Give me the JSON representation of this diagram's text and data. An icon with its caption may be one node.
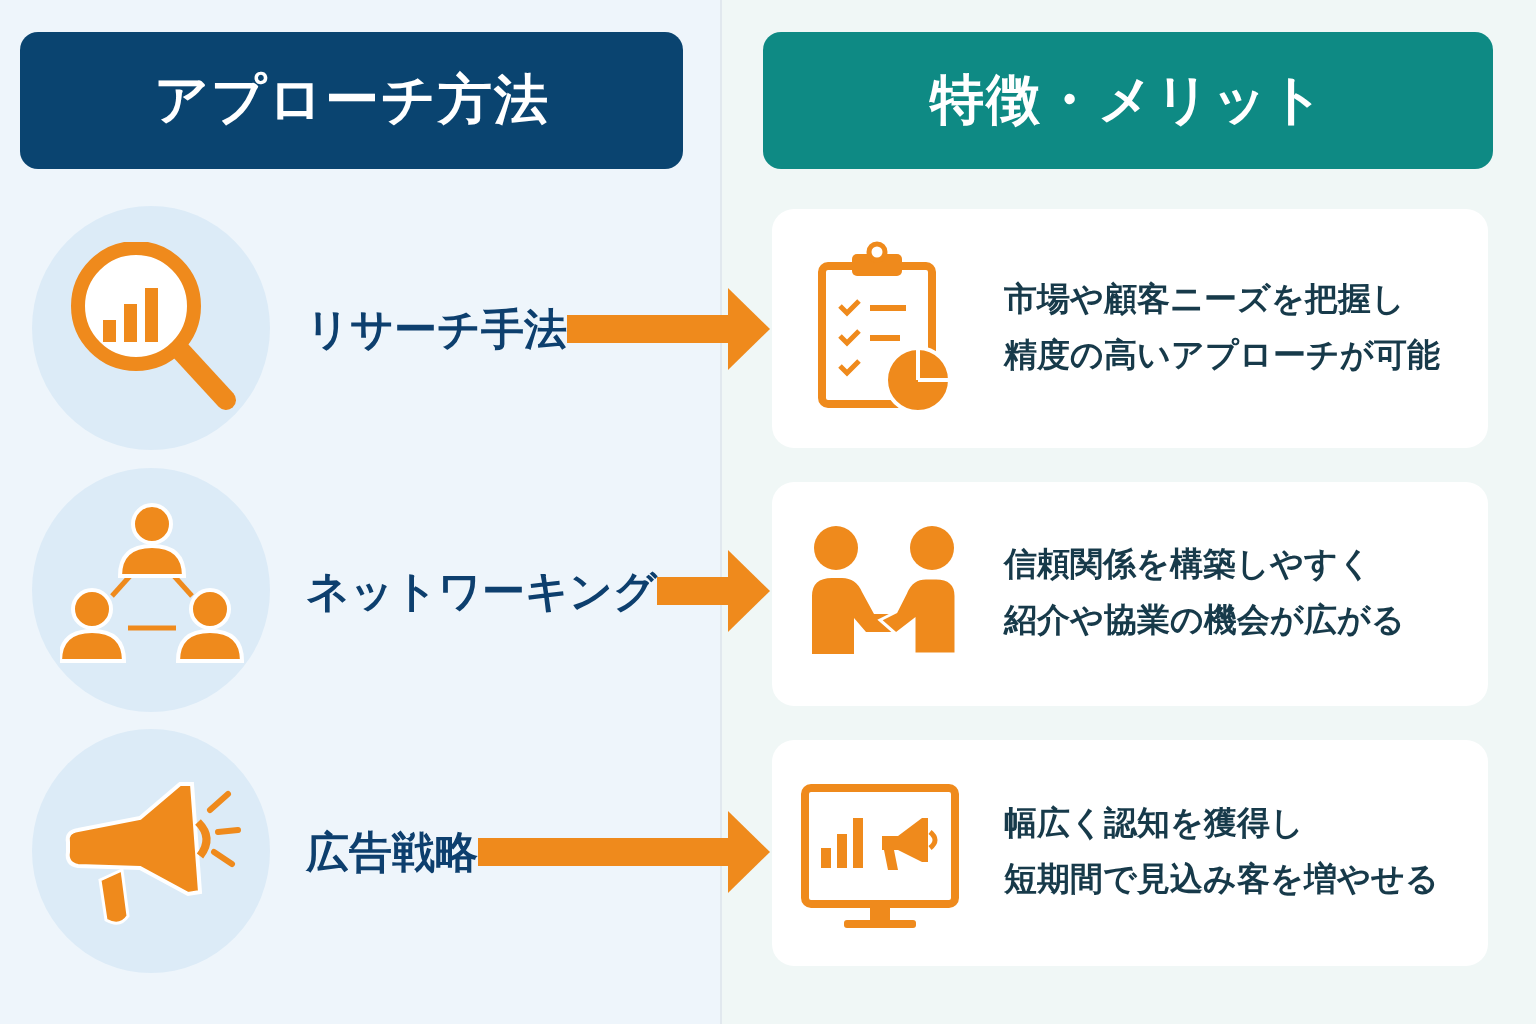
{
  "diagram": {
    "nodes": [
      {
        "text": [
          "アプローチ方法"
        ]
      },
      {
        "text": [
          "特徴・メリット"
        ]
      },
      {
        "text": [
          "リサーチ手法"
        ]
      },
      {
        "text": [
          "市場や顧客ニーズを把握し",
          "精度の高いアプローチが可能"
        ]
      },
      {
        "text": [
          "ネットワーキング"
        ]
      },
      {
        "text": [
          "信頼関係を構築しやすく",
          "紹介や協業の機会が広がる"
        ]
      },
      {
        "text": [
          "広告戦略"
        ]
      },
      {
        "text": [
          "幅広く認知を獲得し",
          "短期間で見込み客を増やせる"
        ]
      }
    ],
    "edges": [
      {
        "from": 2,
        "to": 3,
        "arrow": "to"
      },
      {
        "from": 4,
        "to": 5,
        "arrow": "to"
      },
      {
        "from": 6,
        "to": 7,
        "arrow": "to"
      }
    ]
  }
}
